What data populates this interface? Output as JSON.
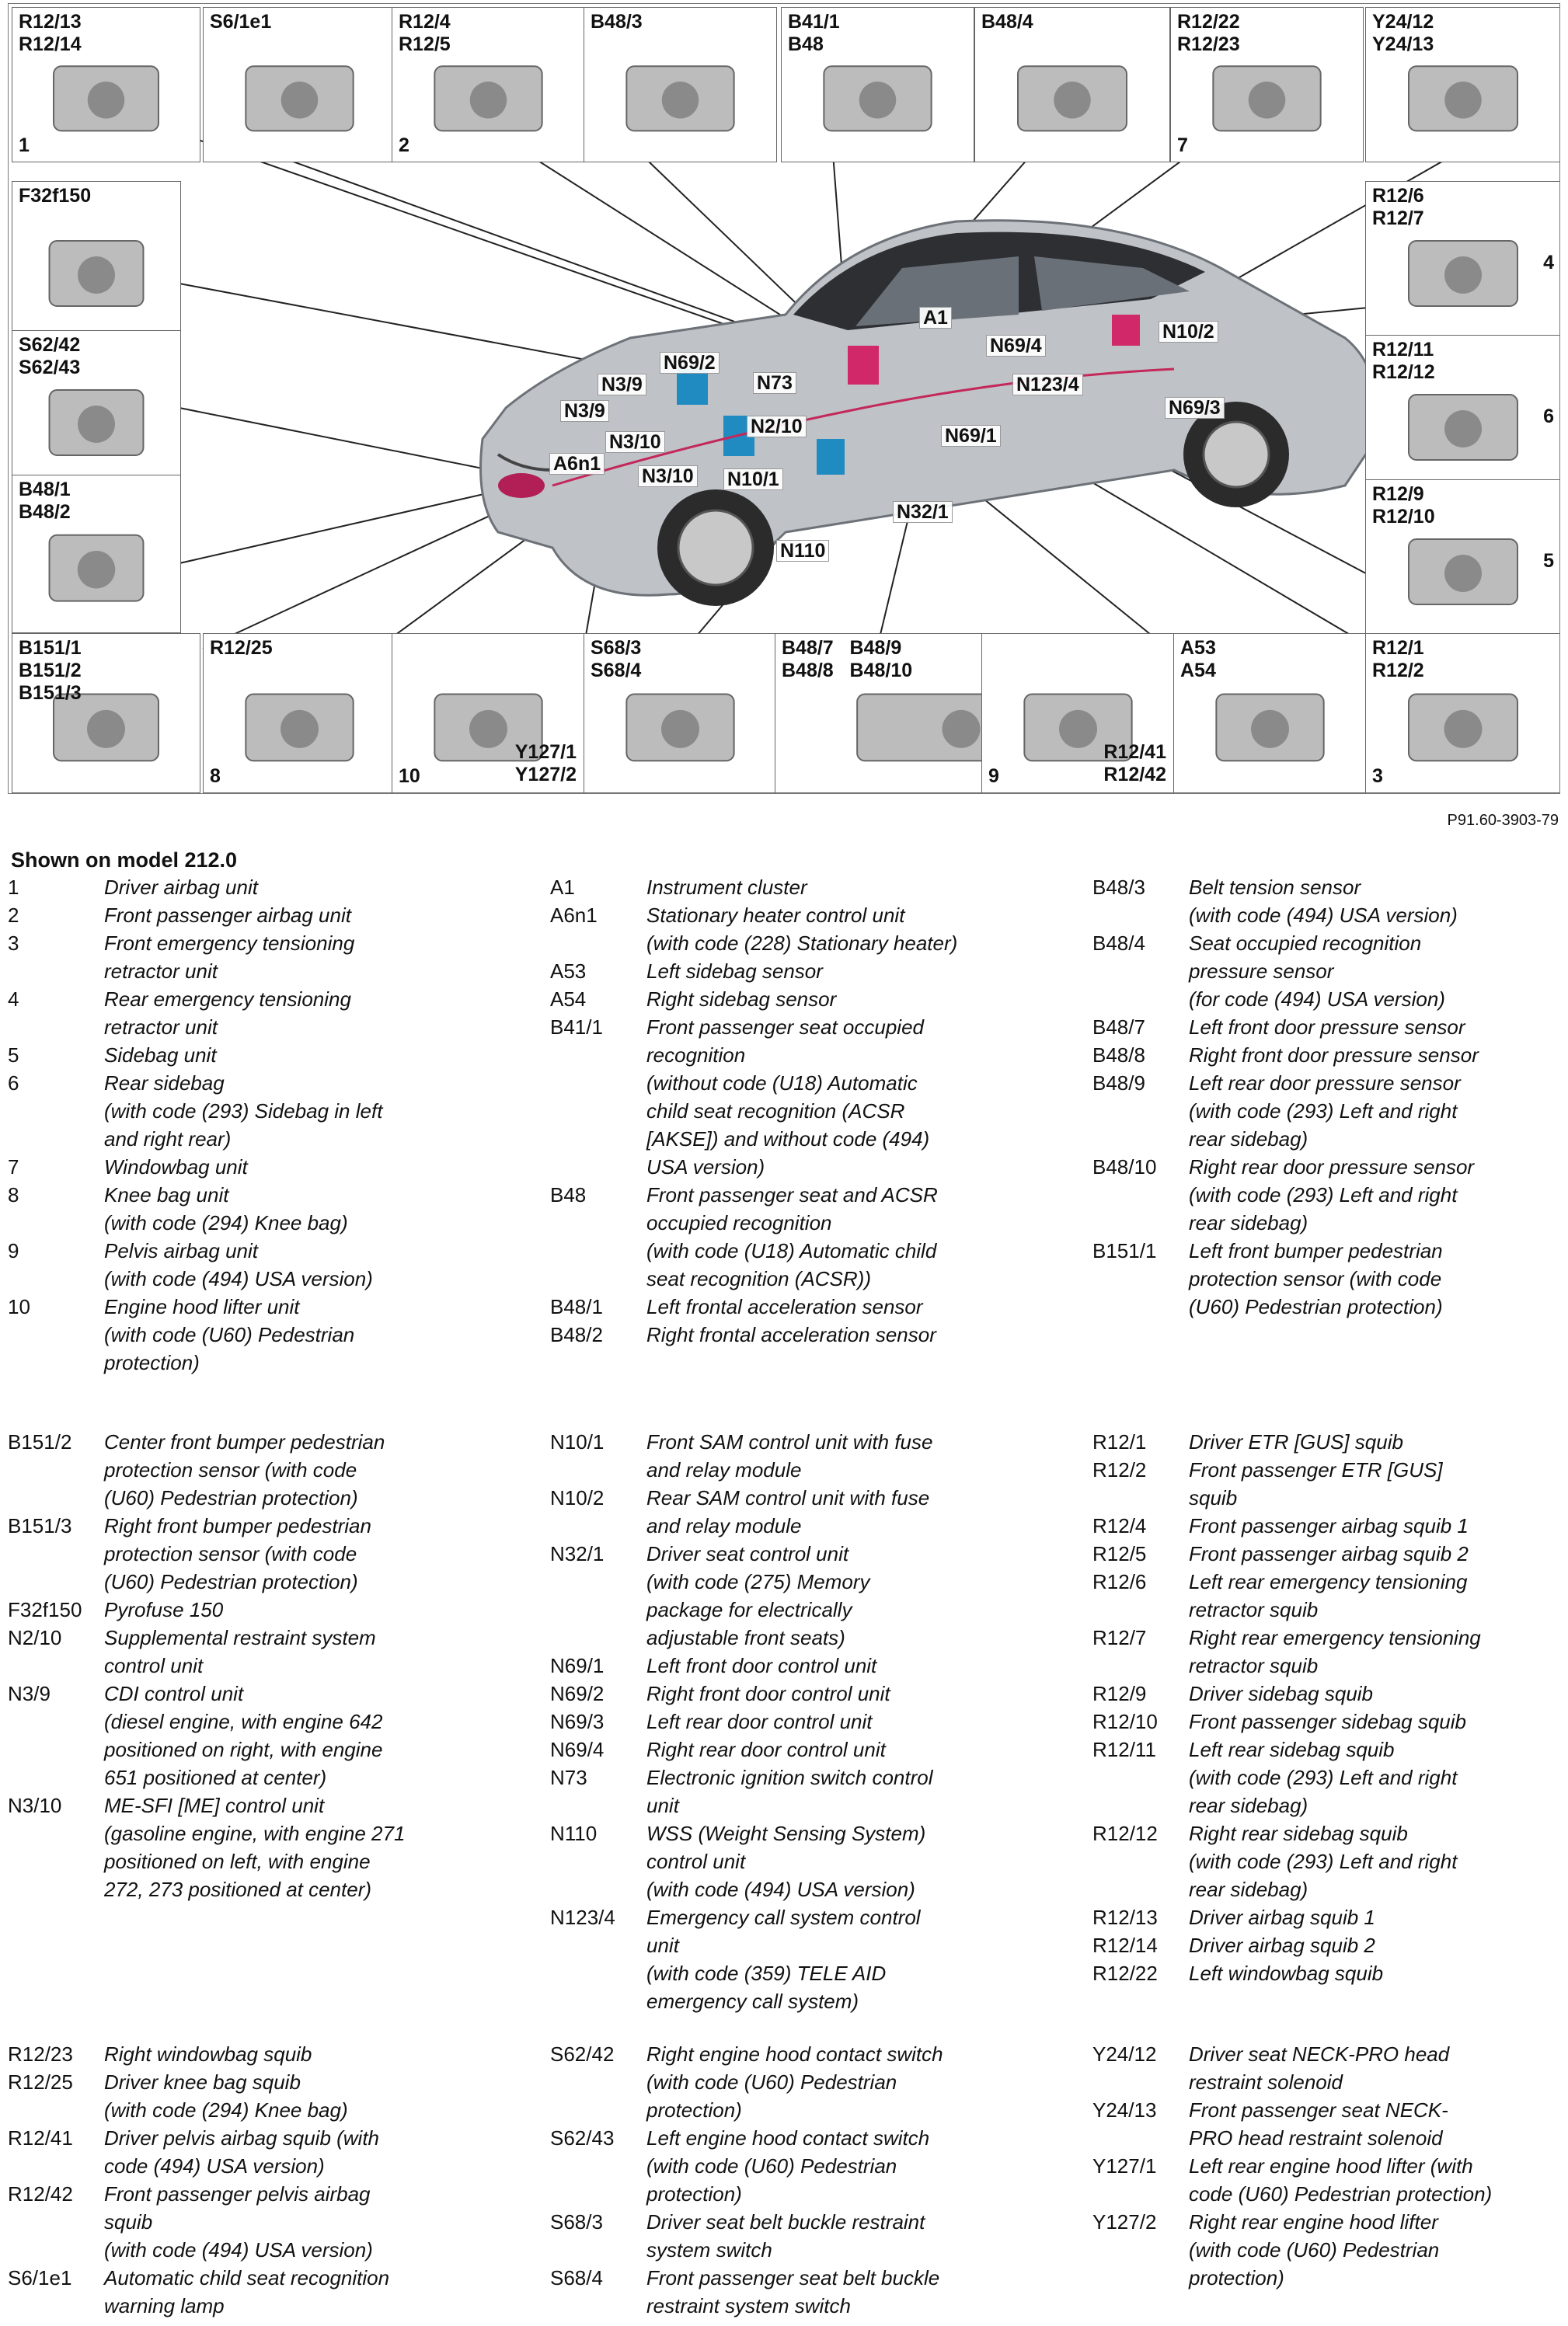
{
  "figure": {
    "ref_code": "P91.60-3903-79",
    "shown_on": "Shown on model 212.0",
    "boxes": [
      {
        "id": "b1",
        "label": "R12/13\nR12/14",
        "number": "1"
      },
      {
        "id": "b2",
        "label": "S6/1e1",
        "number": ""
      },
      {
        "id": "b3",
        "label": "R12/4\nR12/5",
        "number": "2"
      },
      {
        "id": "b4",
        "label": "B48/3",
        "number": ""
      },
      {
        "id": "b5",
        "label": "B41/1\nB48",
        "number": ""
      },
      {
        "id": "b6",
        "label": "B48/4",
        "number": ""
      },
      {
        "id": "b7",
        "label": "R12/22\nR12/23",
        "number": "7"
      },
      {
        "id": "b8",
        "label": "Y24/12\nY24/13",
        "number": ""
      },
      {
        "id": "b9",
        "label": "F32f150",
        "number": ""
      },
      {
        "id": "b10",
        "label": "R12/6\nR12/7",
        "number": "4"
      },
      {
        "id": "b11",
        "label": "S62/42\nS62/43",
        "number": ""
      },
      {
        "id": "b12",
        "label": "R12/11\nR12/12",
        "number": "6"
      },
      {
        "id": "b13",
        "label": "B48/1\nB48/2",
        "number": ""
      },
      {
        "id": "b14",
        "label": "R12/9\nR12/10",
        "number": "5"
      },
      {
        "id": "b15",
        "label": "B151/1\nB151/2\nB151/3",
        "number": ""
      },
      {
        "id": "b16",
        "label": "R12/25",
        "number": "8"
      },
      {
        "id": "b17",
        "label": "Y127/1\nY127/2",
        "number": "10"
      },
      {
        "id": "b18",
        "label": "S68/3\nS68/4",
        "number": ""
      },
      {
        "id": "b19",
        "label": "B48/7   B48/9\nB48/8   B48/10",
        "number": ""
      },
      {
        "id": "b20",
        "label": "R12/41\nR12/42",
        "number": "9"
      },
      {
        "id": "b21",
        "label": "A53\nA54",
        "number": ""
      },
      {
        "id": "b22",
        "label": "R12/1\nR12/2",
        "number": "3"
      }
    ],
    "callouts": [
      "N69/2",
      "N73",
      "N3/9",
      "N3/9",
      "N2/10",
      "N3/10",
      "A6n1",
      "N3/10",
      "N10/1",
      "A1",
      "N69/4",
      "N10/2",
      "N123/4",
      "N69/3",
      "N69/1",
      "N32/1",
      "N110"
    ]
  },
  "legend": {
    "blocks": [
      [
        [
          [
            "1",
            "Driver airbag unit"
          ],
          [
            "2",
            "Front passenger airbag unit"
          ],
          [
            "3",
            "Front emergency tensioning\nretractor unit"
          ],
          [
            "4",
            "Rear emergency tensioning\nretractor unit"
          ],
          [
            "5",
            "Sidebag unit"
          ],
          [
            "6",
            "Rear sidebag\n(with code (293) Sidebag in left\nand right rear)"
          ],
          [
            "7",
            "Windowbag unit"
          ],
          [
            "8",
            "Knee bag unit\n(with code (294) Knee bag)"
          ],
          [
            "9",
            "Pelvis airbag unit\n(with code (494) USA version)"
          ],
          [
            "10",
            "Engine hood lifter unit\n (with code (U60) Pedestrian\nprotection)"
          ]
        ],
        [
          [
            "A1",
            "Instrument cluster"
          ],
          [
            "A6n1",
            "Stationary heater control unit\n(with code (228) Stationary heater)"
          ],
          [
            "A53",
            "Left sidebag sensor"
          ],
          [
            "A54",
            "Right sidebag sensor"
          ],
          [
            "B41/1",
            "Front passenger seat occupied\nrecognition\n(without code (U18) Automatic\nchild seat recognition (ACSR\n[AKSE]) and without code (494)\nUSA version)"
          ],
          [
            "B48",
            "Front passenger seat and ACSR\noccupied recognition\n(with code (U18) Automatic child\nseat recognition (ACSR))"
          ],
          [
            "B48/1",
            "  Left frontal acceleration sensor"
          ],
          [
            "B48/2",
            "  Right frontal acceleration sensor"
          ]
        ],
        [
          [
            "B48/3",
            "Belt tension sensor\n(with code (494) USA version)"
          ],
          [
            "B48/4",
            "  Seat occupied recognition\n  pressure sensor\n  (for code (494) USA version)"
          ],
          [
            "B48/7",
            "  Left front door pressure sensor"
          ],
          [
            "B48/8",
            "  Right front door pressure sensor"
          ],
          [
            "B48/9",
            "  Left rear door pressure sensor\n  (with code (293) Left and right\n  rear sidebag)"
          ],
          [
            "B48/10",
            "  Right rear door pressure sensor\n  (with code (293) Left and right\n  rear sidebag)"
          ],
          [
            "B151/1",
            "  Left front bumper pedestrian\n  protection sensor (with code\n  (U60) Pedestrian protection)"
          ]
        ]
      ],
      [
        [
          [
            "B151/2",
            "Center front bumper pedestrian\nprotection sensor (with code\n(U60) Pedestrian protection)"
          ],
          [
            "B151/3",
            "Right front bumper pedestrian\nprotection sensor (with code\n(U60) Pedestrian protection)"
          ],
          [
            "F32f150",
            "Pyrofuse 150"
          ],
          [
            "N2/10",
            "Supplemental restraint system\ncontrol unit"
          ],
          [
            "N3/9",
            "CDI control unit\n(diesel engine, with engine 642\npositioned on right, with engine\n651 positioned at center)"
          ],
          [
            "N3/10",
            "ME-SFI [ME] control unit\n(gasoline engine, with engine 271\npositioned on left, with engine\n272, 273 positioned at center)"
          ]
        ],
        [
          [
            "N10/1",
            "Front SAM control unit with fuse\nand relay module"
          ],
          [
            "N10/2",
            "Rear SAM control unit with fuse\nand relay module"
          ],
          [
            "N32/1",
            "Driver seat control unit\n(with code (275) Memory\npackage for electrically\nadjustable front seats)"
          ],
          [
            "N69/1",
            "Left front door control unit"
          ],
          [
            "N69/2",
            "Right front door control unit"
          ],
          [
            "N69/3",
            "Left rear door control unit"
          ],
          [
            "N69/4",
            "Right rear door control unit"
          ],
          [
            "N73",
            "Electronic ignition switch control\nunit"
          ],
          [
            "N110",
            "WSS (Weight Sensing System)\ncontrol unit\n(with code (494) USA version)"
          ],
          [
            "N123/4",
            "Emergency call system control\nunit\n(with code (359) TELE AID\nemergency call system)"
          ]
        ],
        [
          [
            "R12/1",
            "Driver ETR [GUS] squib"
          ],
          [
            "R12/2",
            "Front passenger ETR [GUS]\nsquib"
          ],
          [
            "R12/4",
            "Front passenger airbag squib 1"
          ],
          [
            "R12/5",
            "Front passenger airbag squib 2"
          ],
          [
            "R12/6",
            "Left rear emergency tensioning\nretractor squib"
          ],
          [
            "R12/7",
            "Right rear emergency tensioning\nretractor squib"
          ],
          [
            "R12/9",
            "Driver sidebag squib"
          ],
          [
            "R12/10",
            "Front passenger sidebag squib"
          ],
          [
            "R12/11",
            "Left rear sidebag squib\n(with code (293) Left and right\nrear sidebag)"
          ],
          [
            "R12/12",
            "Right rear sidebag squib\n(with code (293) Left and right\nrear sidebag)"
          ],
          [
            "R12/13",
            "Driver airbag squib 1"
          ],
          [
            "R12/14",
            "Driver airbag squib 2"
          ],
          [
            "R12/22",
            "Left windowbag squib"
          ]
        ]
      ],
      [
        [
          [
            "R12/23",
            "Right windowbag squib"
          ],
          [
            "R12/25",
            "Driver knee bag squib\n(with code (294) Knee bag)"
          ],
          [
            "R12/41",
            "Driver pelvis airbag squib (with\ncode (494) USA version)"
          ],
          [
            "R12/42",
            "Front passenger pelvis airbag\nsquib\n(with code (494) USA version)"
          ],
          [
            "S6/1e1",
            "Automatic child seat recognition\nwarning lamp"
          ]
        ],
        [
          [
            "S62/42",
            "Right engine hood contact switch\n(with code (U60) Pedestrian\nprotection)"
          ],
          [
            "S62/43",
            "Left engine hood contact switch\n(with code (U60) Pedestrian\nprotection)"
          ],
          [
            "S68/3",
            "Driver seat belt buckle restraint\nsystem switch"
          ],
          [
            "S68/4",
            "Front passenger seat belt buckle\nrestraint system switch"
          ]
        ],
        [
          [
            "Y24/12",
            "Driver seat NECK-PRO head\nrestraint solenoid"
          ],
          [
            "Y24/13",
            "Front passenger seat NECK-\nPRO head restraint solenoid"
          ],
          [
            "Y127/1",
            "Left rear engine hood lifter (with\ncode (U60) Pedestrian protection)"
          ],
          [
            "Y127/2",
            "Right rear engine hood lifter\n(with code (U60) Pedestrian\nprotection)"
          ]
        ]
      ]
    ]
  }
}
